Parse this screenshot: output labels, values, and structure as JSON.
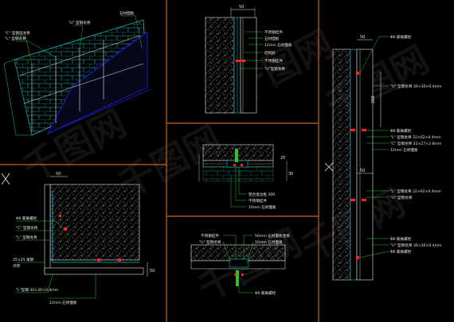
{
  "colors": {
    "background": "#000000",
    "frame": "#c8641e",
    "concrete": "#9a9a9a",
    "steel": "#00c8c8",
    "bolt": "#ff2020",
    "leader": "#2fbf2f",
    "text": "#e8e8e8",
    "blue": "#2020d8"
  },
  "watermark": {
    "text": "千图网"
  },
  "panel_iso": {
    "labels": [
      "\"C\" 型钢竖龙骨",
      "\"L\" 型钢龙骨",
      "\"U\" 型钢龙骨",
      "石材面板"
    ]
  },
  "panel_top_mid": {
    "dimension": "50",
    "labels": [
      "不锈钢挂件",
      "石材面板",
      "12mm 石材面板",
      "结构胶",
      "不锈钢挂件",
      "\"U\"型钢龙骨"
    ]
  },
  "panel_center": {
    "dimensions": [
      "25",
      "30"
    ],
    "labels": [
      "铝合金边框 300",
      "不锈钢挂件",
      "10mm 石材面板"
    ]
  },
  "panel_bottom_left": {
    "dimensions": [
      "50",
      "50"
    ],
    "labels": [
      "Φ6 膨胀螺栓",
      "\"C\" 型钢龙骨",
      "\"L\" 型钢龙骨",
      "25×25 角钢",
      "点焊",
      "\"L\"型钢 30×30×0.4mm",
      "12mm 石材面板"
    ]
  },
  "panel_bottom_mid": {
    "labels": [
      "不锈钢挂件",
      "\"U\" 型钢龙骨",
      "50mm 石材面板连接",
      "10mm 石材面板",
      "Φ6 膨胀螺栓"
    ]
  },
  "panel_right": {
    "dimensions": [
      "50",
      "200",
      "50"
    ],
    "labels": [
      "Φ6 膨胀螺栓",
      "\"U\" 型钢龙骨 30×30×0.4mm",
      "Φ6 膨胀螺栓",
      "\"L\" 型钢龙骨 22×62×0.4mm",
      "\"C\" 型钢龙骨 22×27×2.8mm",
      "12mm 石材面板",
      "\"L\" 型钢龙骨 22×62×0.4mm",
      "\"U\" 型钢龙骨",
      "Φ6 膨胀螺栓",
      "\"U\" 型钢龙骨 30×30×0.4mm",
      "Φ6 膨胀螺栓"
    ]
  }
}
